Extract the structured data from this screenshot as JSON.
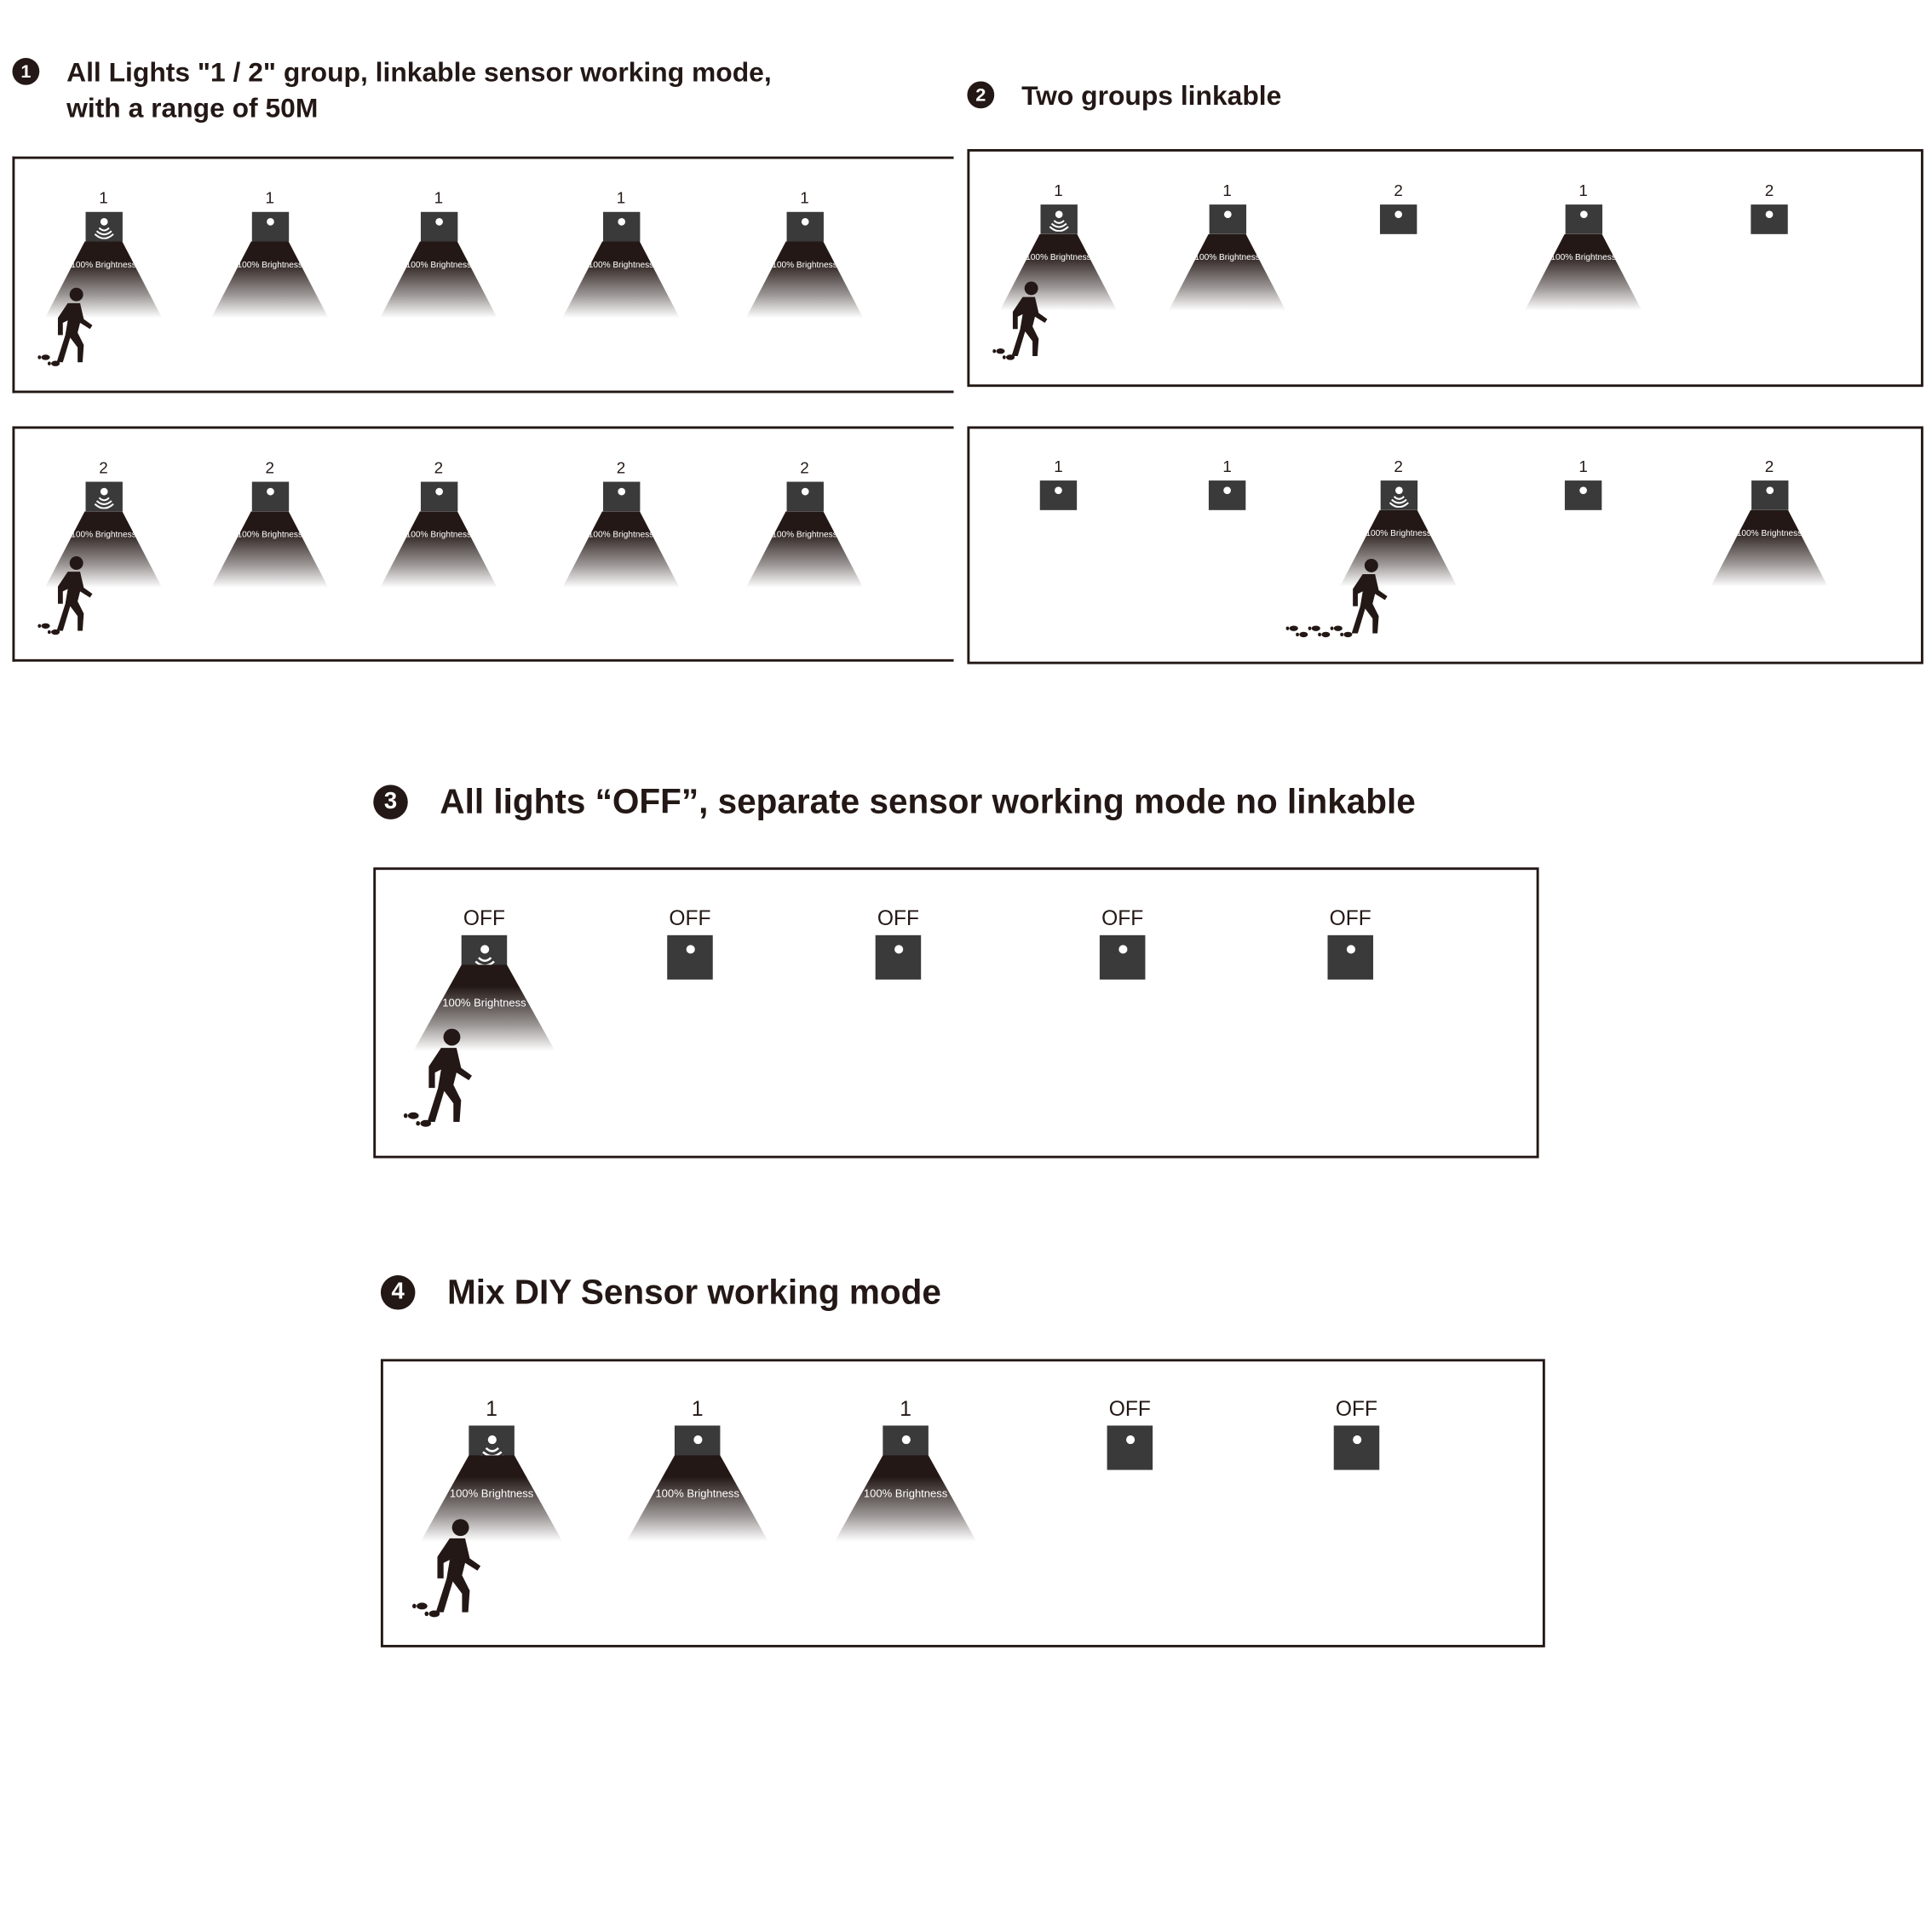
{
  "colors": {
    "ink": "#231815",
    "lamp_box": "#3a3a3a"
  },
  "brightness_text": "100% Brightness",
  "sections": [
    {
      "number": "1",
      "title_line1": "All Lights \"1 / 2\" group, linkable sensor working mode,",
      "title_line2": "with a range of 50M"
    },
    {
      "number": "2",
      "title_line1": "Two groups linkable"
    },
    {
      "number": "3",
      "title_line1": "All lights “OFF”, separate sensor working mode no linkable"
    },
    {
      "number": "4",
      "title_line1": "Mix DIY Sensor working mode"
    }
  ],
  "panels": [
    {
      "id": "1a",
      "lamps": [
        {
          "label": "1",
          "on": true,
          "sensor": true
        },
        {
          "label": "1",
          "on": true
        },
        {
          "label": "1",
          "on": true
        },
        {
          "label": "1",
          "on": true
        },
        {
          "label": "1",
          "on": true
        }
      ]
    },
    {
      "id": "1b",
      "lamps": [
        {
          "label": "2",
          "on": true,
          "sensor": true
        },
        {
          "label": "2",
          "on": true
        },
        {
          "label": "2",
          "on": true
        },
        {
          "label": "2",
          "on": true
        },
        {
          "label": "2",
          "on": true
        }
      ]
    },
    {
      "id": "2a",
      "lamps": [
        {
          "label": "1",
          "on": true,
          "sensor": true
        },
        {
          "label": "1",
          "on": true
        },
        {
          "label": "2",
          "on": false
        },
        {
          "label": "1",
          "on": true
        },
        {
          "label": "2",
          "on": false
        }
      ]
    },
    {
      "id": "2b",
      "lamps": [
        {
          "label": "1",
          "on": false
        },
        {
          "label": "1",
          "on": false
        },
        {
          "label": "2",
          "on": true,
          "sensor": true
        },
        {
          "label": "1",
          "on": false
        },
        {
          "label": "2",
          "on": true
        }
      ]
    },
    {
      "id": "3",
      "lamps": [
        {
          "label": "OFF",
          "on": true,
          "sensor": true
        },
        {
          "label": "OFF",
          "on": false
        },
        {
          "label": "OFF",
          "on": false
        },
        {
          "label": "OFF",
          "on": false
        },
        {
          "label": "OFF",
          "on": false
        }
      ]
    },
    {
      "id": "4",
      "lamps": [
        {
          "label": "1",
          "on": true,
          "sensor": true
        },
        {
          "label": "1",
          "on": true
        },
        {
          "label": "1",
          "on": true
        },
        {
          "label": "OFF",
          "on": false
        },
        {
          "label": "OFF",
          "on": false
        }
      ]
    }
  ]
}
